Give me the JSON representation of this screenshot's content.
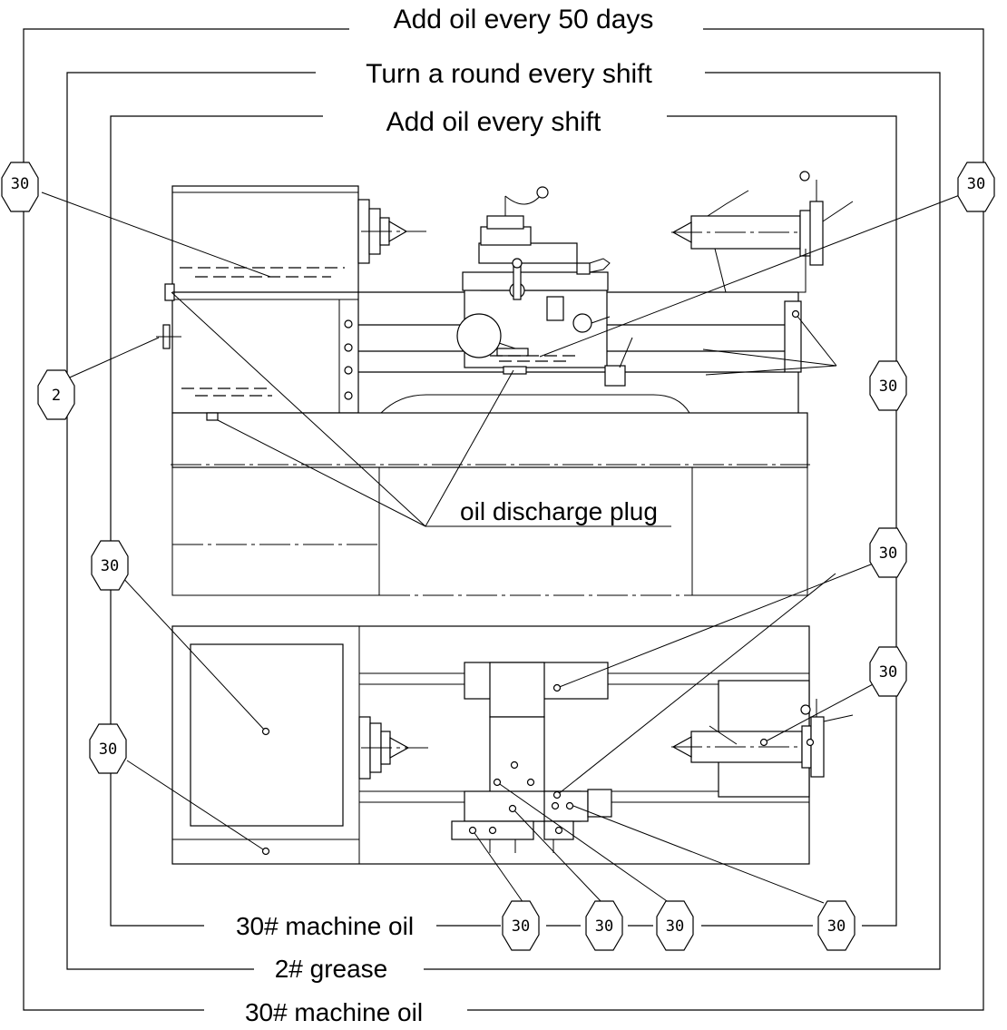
{
  "frames": {
    "outer_top": "Add oil every 50 days",
    "middle_top": "Turn a round every shift",
    "inner_top": "Add oil every shift",
    "inner_bottom": "30# machine oil",
    "middle_bottom": "2# grease",
    "outer_bottom": "30# machine oil"
  },
  "callout": {
    "oil_discharge_plug": "oil discharge plug"
  },
  "bubbles": {
    "b1": "30",
    "b2": "30",
    "b3": "2",
    "b4": "30",
    "b5": "30",
    "b6": "30",
    "b7": "30",
    "b8": "30",
    "b9": "30",
    "b10": "30",
    "b11": "30",
    "b12": "30"
  }
}
